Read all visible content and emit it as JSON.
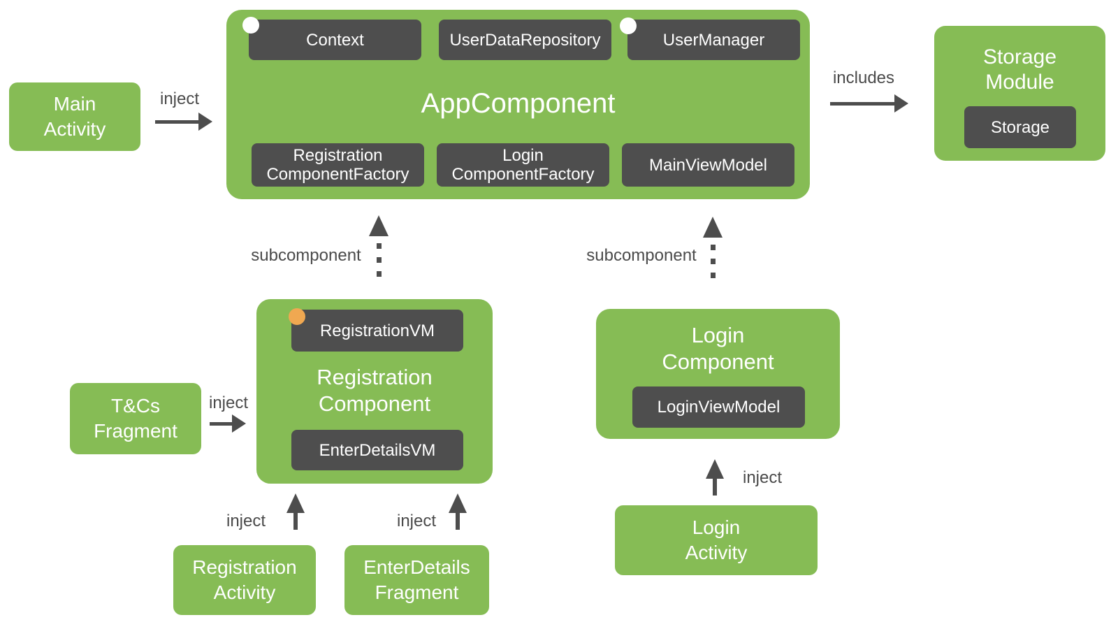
{
  "colors": {
    "green": "#86BC55",
    "chip": "#4E4E4E",
    "arrow": "#4D4D4D",
    "label": "#4A4A4A",
    "orange": "#F0A851",
    "circle": "#FFFFFF",
    "text": "#FFFFFF",
    "background": "#FFFFFF"
  },
  "nodes": {
    "main_activity": {
      "lines": [
        "Main",
        "Activity"
      ]
    },
    "app_component": {
      "title": "AppComponent",
      "provides_top": [
        "Context",
        "UserDataRepository",
        "UserManager"
      ],
      "provides_bottom_lines": [
        [
          "Registration",
          "ComponentFactory"
        ],
        [
          "Login",
          "ComponentFactory"
        ],
        [
          "MainViewModel"
        ]
      ]
    },
    "storage_module": {
      "lines": [
        "Storage",
        "Module"
      ],
      "chip": "Storage"
    },
    "registration_component": {
      "lines": [
        "Registration",
        "Component"
      ],
      "chip_top": "RegistrationVM",
      "chip_bottom": "EnterDetailsVM"
    },
    "login_component": {
      "lines": [
        "Login",
        "Component"
      ],
      "chip": "LoginViewModel"
    },
    "tcs_fragment": {
      "lines": [
        "T&Cs",
        "Fragment"
      ]
    },
    "registration_activity": {
      "lines": [
        "Registration",
        "Activity"
      ]
    },
    "enterdetails_fragment": {
      "lines": [
        "EnterDetails",
        "Fragment"
      ]
    },
    "login_activity": {
      "lines": [
        "Login",
        "Activity"
      ]
    }
  },
  "edges": {
    "main_inject": "inject",
    "includes": "includes",
    "reg_subcomponent": "subcomponent",
    "login_subcomponent": "subcomponent",
    "tcs_inject": "inject",
    "reg_activity_inject": "inject",
    "enterdetails_inject": "inject",
    "login_activity_inject": "inject"
  }
}
